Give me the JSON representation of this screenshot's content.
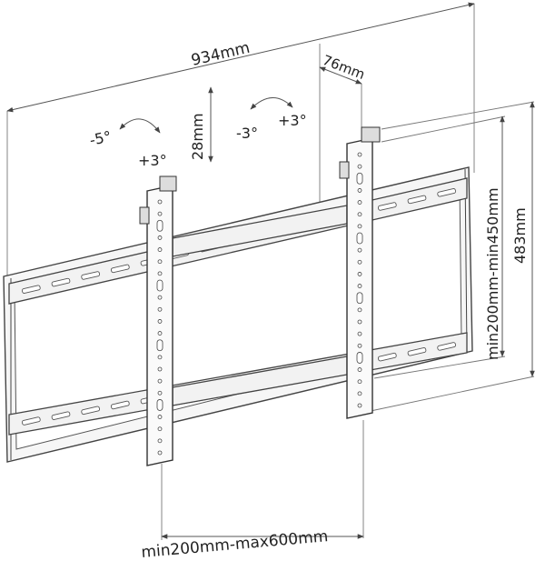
{
  "dimensions": {
    "width_total": "934mm",
    "bar_offset": "76mm",
    "height_total": "483mm",
    "vesa_vertical": "min200mm-min450mm",
    "vesa_horizontal": "min200mm-max600mm",
    "height_adjust": "28mm"
  },
  "tilt_left": {
    "minus": "-5°",
    "plus": "+3°"
  },
  "tilt_right": {
    "minus": "-3°",
    "plus": "+3°"
  }
}
